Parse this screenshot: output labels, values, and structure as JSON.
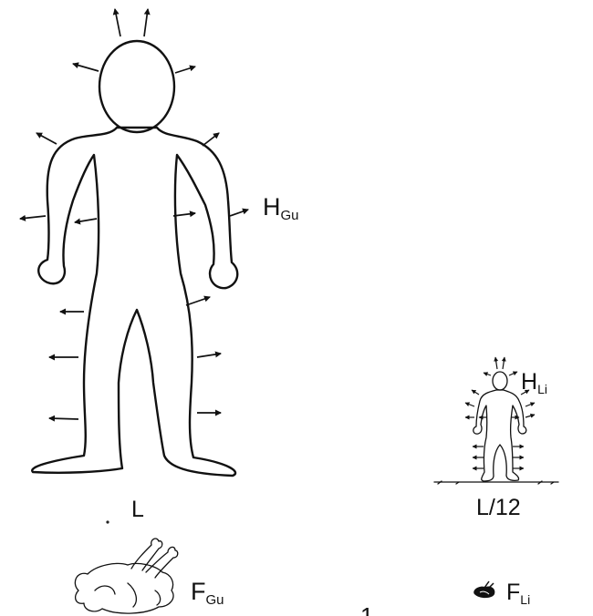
{
  "labels": {
    "large_heat": {
      "main": "H",
      "sub": "Gu"
    },
    "large_size": "L",
    "small_heat": {
      "main": "H",
      "sub": "Li"
    },
    "small_size": "L/12",
    "large_food": {
      "main": "F",
      "sub": "Gu"
    },
    "small_food": {
      "main": "F",
      "sub": "Li"
    },
    "footer_digit": "1"
  },
  "icons": {
    "large_figure": "large-person-outline",
    "small_figure": "small-person-outline",
    "large_food": "roast-chicken",
    "small_food": "tiny-roast-chicken",
    "heat_arrows": "outward-arrows"
  }
}
